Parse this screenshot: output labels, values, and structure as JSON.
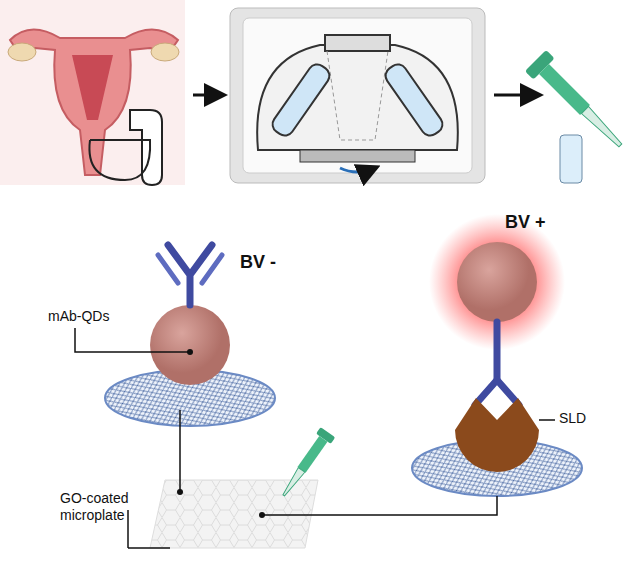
{
  "diagram": {
    "labels": [
      "BV -",
      "BV +",
      "mAb-QDs",
      "SLD",
      "GO-coated microplate"
    ]
  }
}
